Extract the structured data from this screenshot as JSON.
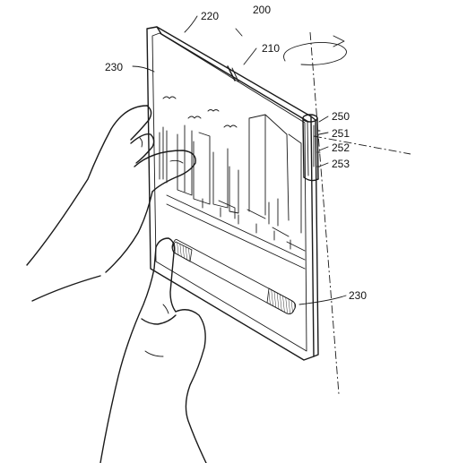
{
  "labels": {
    "device": "200",
    "hinge": "210",
    "frame": "220",
    "display_top": "230",
    "display_bottom": "230",
    "roller": "250",
    "roller_part_1": "251",
    "roller_part_2": "252",
    "roller_part_3": "253"
  },
  "colors": {
    "line": "#1a1a1a",
    "background": "#ffffff"
  }
}
